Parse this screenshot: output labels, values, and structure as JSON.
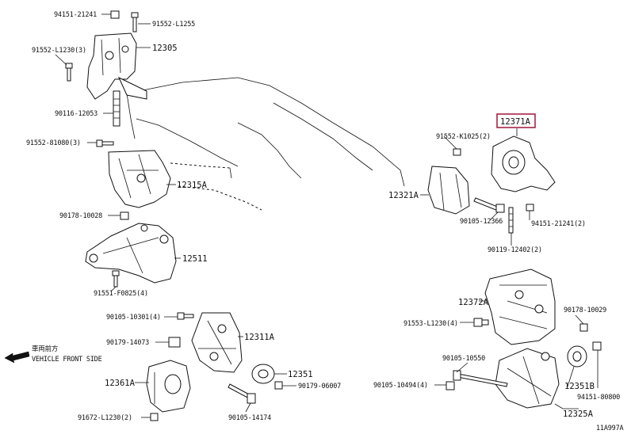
{
  "labels": {
    "p94151_21241_top": "94151-21241",
    "p91552_L1255": "91552-L1255",
    "p12305": "12305",
    "p91552_L1230_3": "91552-L1230(3)",
    "p90116_12053": "90116-12053",
    "p91552_81080_3": "91552-81080(3)",
    "p12315A": "12315A",
    "p90178_10028": "90178-10028",
    "p12511": "12511",
    "p91551_F0825_4": "91551-F0825(4)",
    "p90105_10301_4": "90105-10301(4)",
    "p12311A": "12311A",
    "p90179_14073": "90179-14073",
    "p12351": "12351",
    "p90179_06007": "90179-06007",
    "p12361A": "12361A",
    "p91672_L1230_2": "91672-L1230(2)",
    "p90105_14174": "90105-14174",
    "p12371A": "12371A",
    "p91552_K1025_2": "91552-K1025(2)",
    "p12321A": "12321A",
    "p90105_12366": "90105-12366",
    "p94151_21241_2": "94151-21241(2)",
    "p90119_12402_2": "90119-12402(2)",
    "p12372A": "12372A",
    "p90178_10029": "90178-10029",
    "p91553_L1230_4": "91553-L1230(4)",
    "p90105_10550": "90105-10550",
    "p90105_10494_4": "90105-10494(4)",
    "p12351B": "12351B",
    "p94151_80800": "94151-80800",
    "p12325A": "12325A"
  },
  "front": {
    "jp": "車両前方",
    "en": "VEHICLE FRONT SIDE"
  },
  "figure_id": "11A997A",
  "highlight_color": "#a0173a"
}
